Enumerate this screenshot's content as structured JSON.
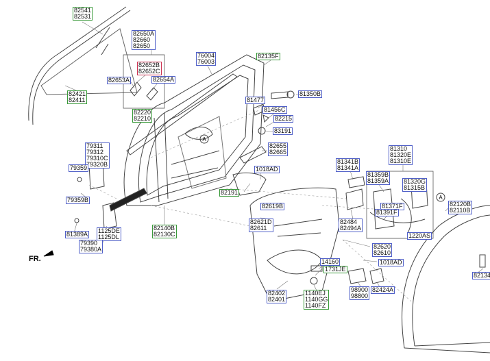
{
  "diagram": {
    "direction_label": "FR.",
    "section_marker": "A",
    "part_labels": {
      "glass": [
        "82541",
        "82531"
      ],
      "glass_lower": [
        "82421",
        "82411"
      ],
      "module_top": [
        "82650A",
        "82660",
        "82650"
      ],
      "module_red": [
        "82652B",
        "82652C"
      ],
      "module_left": "82653A",
      "module_right": "82654A",
      "belt": [
        "82220",
        "82210"
      ],
      "weatherstrip": [
        "76004",
        "76003"
      ],
      "clip": "82135F",
      "handle_a": "81477",
      "handle_b": "81350B",
      "handle_c": "81456C",
      "handle_d": "82215",
      "handle_e": "83191",
      "handle_f": [
        "82655",
        "82665"
      ],
      "hinge_group": [
        "79311",
        "79312",
        "79310C",
        "79320B"
      ],
      "bolt_a": "79359",
      "bolt_b": "79359B",
      "bolt_c": "81389A",
      "hinge_lower": [
        "1125DE",
        "1125DL"
      ],
      "hinge_lower_b": [
        "79390",
        "79380A"
      ],
      "bolt_d": "1018AD",
      "grommet": "82191",
      "seal_a": "82619B",
      "panel_a": [
        "82621D",
        "82611"
      ],
      "outer_strip": [
        "82140B",
        "82130C"
      ],
      "latch_a": [
        "81341B",
        "81341A"
      ],
      "latch_b": [
        "82484",
        "82494A"
      ],
      "lock_top": [
        "81310",
        "81320E",
        "81310E"
      ],
      "lock_a": [
        "81359B",
        "81359A"
      ],
      "lock_b": [
        "81320G",
        "81315B"
      ],
      "lock_c": "81371F",
      "lock_d": "81391F",
      "lock_e": "1220AS",
      "rail_a": [
        "82620",
        "82610"
      ],
      "bolt_e": "1018AD",
      "hinge_bolt": "14160",
      "hinge_bolt_b": "1731JE",
      "regulator": [
        "98900",
        "98800"
      ],
      "regulator_b": "82424A",
      "trim": [
        "82402",
        "82401"
      ],
      "screw": [
        "1140EJ",
        "1140GG",
        "1140FZ"
      ],
      "door_seal": [
        "82120B",
        "82110B"
      ],
      "door_seal_clip": "82134"
    }
  }
}
